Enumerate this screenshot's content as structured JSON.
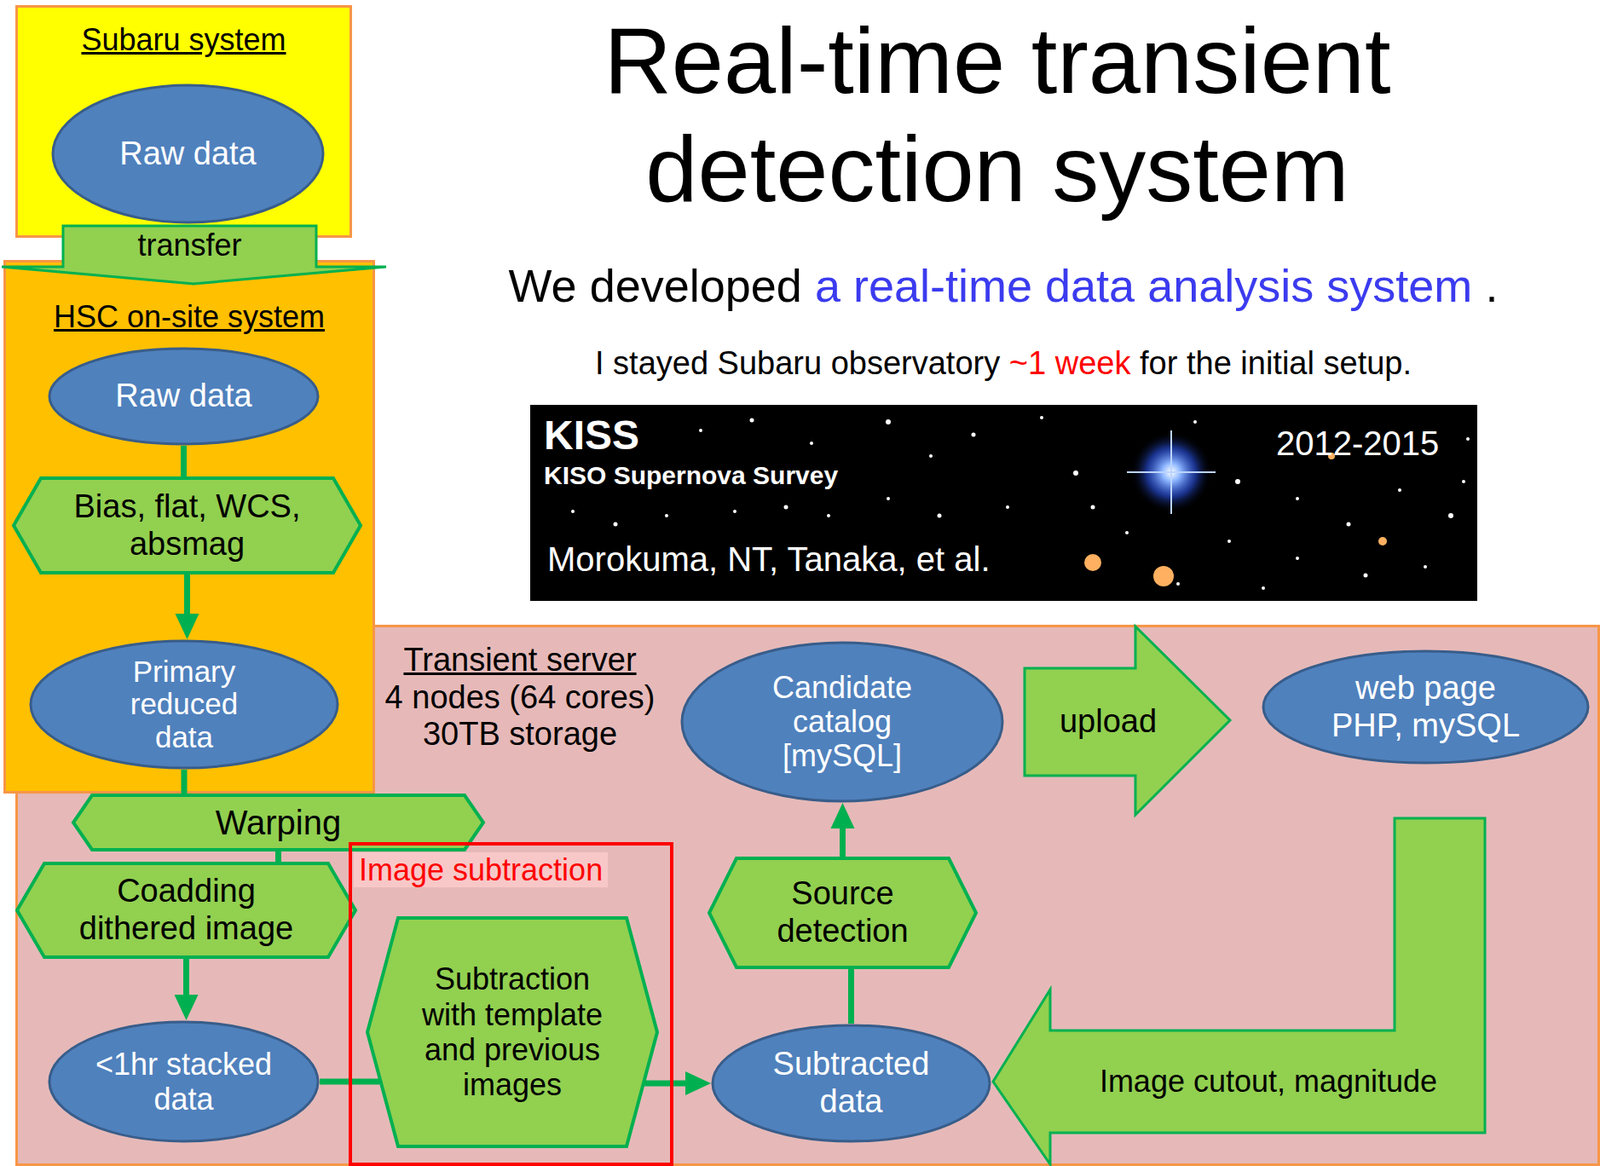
{
  "diagram": {
    "title": "Real-time transient detection system",
    "nodes": [
      {
        "text": [
          "Subaru system"
        ]
      },
      {
        "text": [
          "Raw data"
        ],
        "in": 0
      },
      {
        "text": [
          "transfer"
        ]
      },
      {
        "text": [
          "HSC on-site system"
        ]
      },
      {
        "text": [
          "Raw data"
        ],
        "in": 3
      },
      {
        "text": [
          "Bias, flat, WCS, absmag"
        ],
        "in": 3
      },
      {
        "text": [
          "Primary reduced data"
        ],
        "in": 3
      },
      {
        "text": [
          "Transient server",
          "4 nodes (64 cores) 30TB storage"
        ]
      },
      {
        "text": [
          "Warping"
        ],
        "in": 7
      },
      {
        "text": [
          "Coadding dithered image"
        ],
        "in": 7
      },
      {
        "text": [
          "<1hr stacked data"
        ],
        "in": 7
      },
      {
        "text": [
          "Image subtraction"
        ],
        "in": 7
      },
      {
        "text": [
          "Subtraction with template and previous images"
        ],
        "in": 11
      },
      {
        "text": [
          "Subtracted data"
        ],
        "in": 7
      },
      {
        "text": [
          "Source detection"
        ],
        "in": 7
      },
      {
        "text": [
          "Candidate catalog [mySQL]"
        ],
        "in": 7
      },
      {
        "text": [
          "upload"
        ],
        "in": 7
      },
      {
        "text": [
          "web page PHP, mySQL"
        ],
        "in": 7
      },
      {
        "text": [
          "Image cutout, magnitude"
        ],
        "in": 7
      }
    ],
    "edges": [
      {
        "from": 4,
        "to": 5,
        "arrow": "none"
      },
      {
        "from": 5,
        "to": 6,
        "arrow": "to"
      },
      {
        "from": 6,
        "to": 8,
        "arrow": "none"
      },
      {
        "from": 8,
        "to": 9,
        "arrow": "none"
      },
      {
        "from": 9,
        "to": 10,
        "arrow": "to"
      },
      {
        "from": 10,
        "to": 12,
        "arrow": "none"
      },
      {
        "from": 12,
        "to": 13,
        "arrow": "to"
      },
      {
        "from": 13,
        "to": 14,
        "arrow": "none"
      },
      {
        "from": 14,
        "to": 15,
        "arrow": "to"
      }
    ],
    "labels": [
      "We developed",
      "a real-time data analysis system",
      ".",
      "I stayed Subaru observatory",
      "~1 week",
      "for the initial setup.",
      "KISS",
      "KISO Supernova Survey",
      "2012-2015",
      "Morokuma, NT, Tanaka, et al."
    ]
  }
}
